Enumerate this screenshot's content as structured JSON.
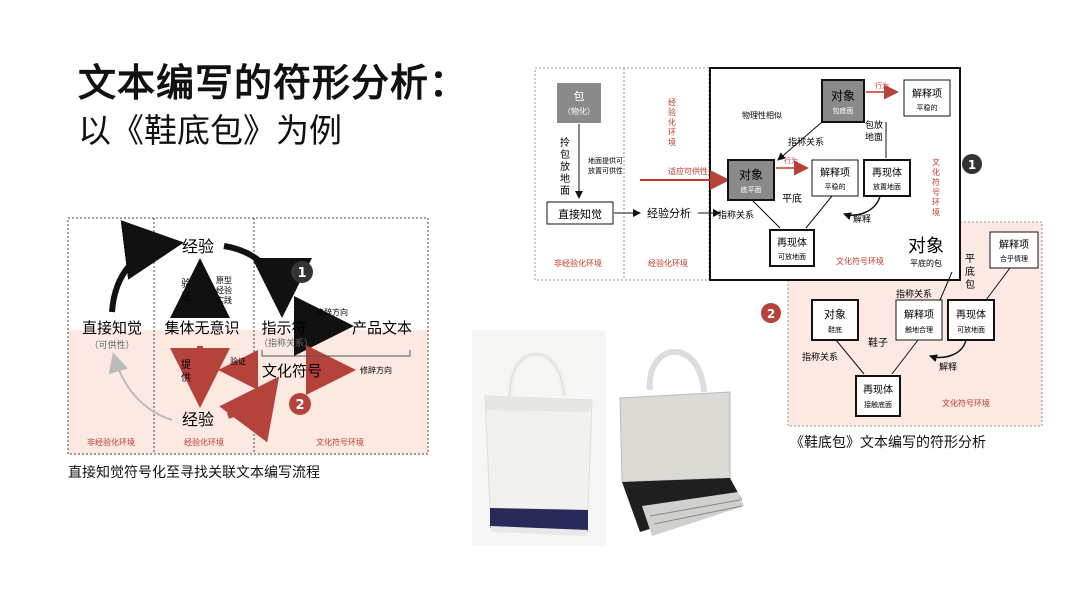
{
  "title": {
    "line1": "文本编写的符形分析：",
    "line2": "以《鞋底包》为例"
  },
  "left_diagram": {
    "nodes": {
      "experience_top": "经验",
      "direct_perception": "直接知觉",
      "affordance": "（可供性）",
      "collective_unconscious": "集体无意识",
      "indicator": "指示符",
      "indicator_relation": "（指称关系）",
      "product_text": "产品文本",
      "cultural_symbol": "文化符号",
      "experience_bottom": "经验"
    },
    "labels": {
      "verify": "验\n证",
      "archetype": "原型\n经验\n实践",
      "provide": "提\n供",
      "verify_small": "验证",
      "rhetoric_dir_1": "修辞方向",
      "rhetoric_dir_2": "修辞方向"
    },
    "badges": {
      "one": "1",
      "two": "2"
    },
    "zones": {
      "non_experiential": "非经验化环境",
      "experiential": "经验化环境",
      "cultural": "文化符号环境"
    }
  },
  "right_diagram": {
    "bag_box": {
      "label": "包",
      "sub": "（物化）"
    },
    "vertical_label": "拎\n包\n放\n地\n面",
    "ground_note": "地面提供可\n放置可供性",
    "direct_perception": "直接知觉",
    "experience_analysis": "经验分析",
    "affordance_adapt": "适应可供性",
    "experiential_env_vertical": "经\n验\n化\n环\n境",
    "top_object": {
      "label": "对象",
      "sub": "包底面"
    },
    "behavior_top": "行为",
    "top_interpretant": {
      "label": "解释项",
      "sub": "平稳的"
    },
    "physical_similar": "物理性相似",
    "ground_put": "包放\n地面",
    "indicative_relation": "指称关系",
    "mid_object": {
      "label": "对象",
      "sub": "底平面"
    },
    "behavior_mid": "行为",
    "mid_interpretant": {
      "label": "解释项",
      "sub": "平稳的"
    },
    "mid_representamen": {
      "label": "再现体",
      "sub": "放置地面"
    },
    "flat_bottom": "平底",
    "interpretation": "解释",
    "low_representamen": {
      "label": "再现体",
      "sub": "可放地面"
    },
    "cultural_env_vertical": "文\n化\n符\n号\n环\n境",
    "big_object": {
      "label": "对象",
      "sub": "平底的包"
    },
    "big_interpretant": {
      "label": "解释项",
      "sub": "合乎情理"
    },
    "flat_bottom_bag": "平\n底\n包",
    "shoe_object": {
      "label": "对象",
      "sub": "鞋底"
    },
    "shoe": "鞋子",
    "shoe_interpretant": {
      "label": "解释项",
      "sub": "触地合理"
    },
    "shoe_representamen": {
      "label": "再现体",
      "sub": "可放地面"
    },
    "contact_representamen": {
      "label": "再现体",
      "sub": "接触底面"
    },
    "zones": {
      "non_experiential": "非经验化环境",
      "experiential": "经验化环境",
      "cultural_1": "文化符号环境",
      "cultural_2": "文化符号环境"
    },
    "badges": {
      "one": "1",
      "two": "2"
    }
  },
  "captions": {
    "left": "直接知觉符号化至寻找关联文本编写流程",
    "right": "《鞋底包》文本编写的符形分析"
  },
  "colors": {
    "red_arrow": "#b5433c",
    "pink_zone": "#fbe9e2",
    "gray_box": "#8a8a8a",
    "red_text": "#c0392b"
  }
}
